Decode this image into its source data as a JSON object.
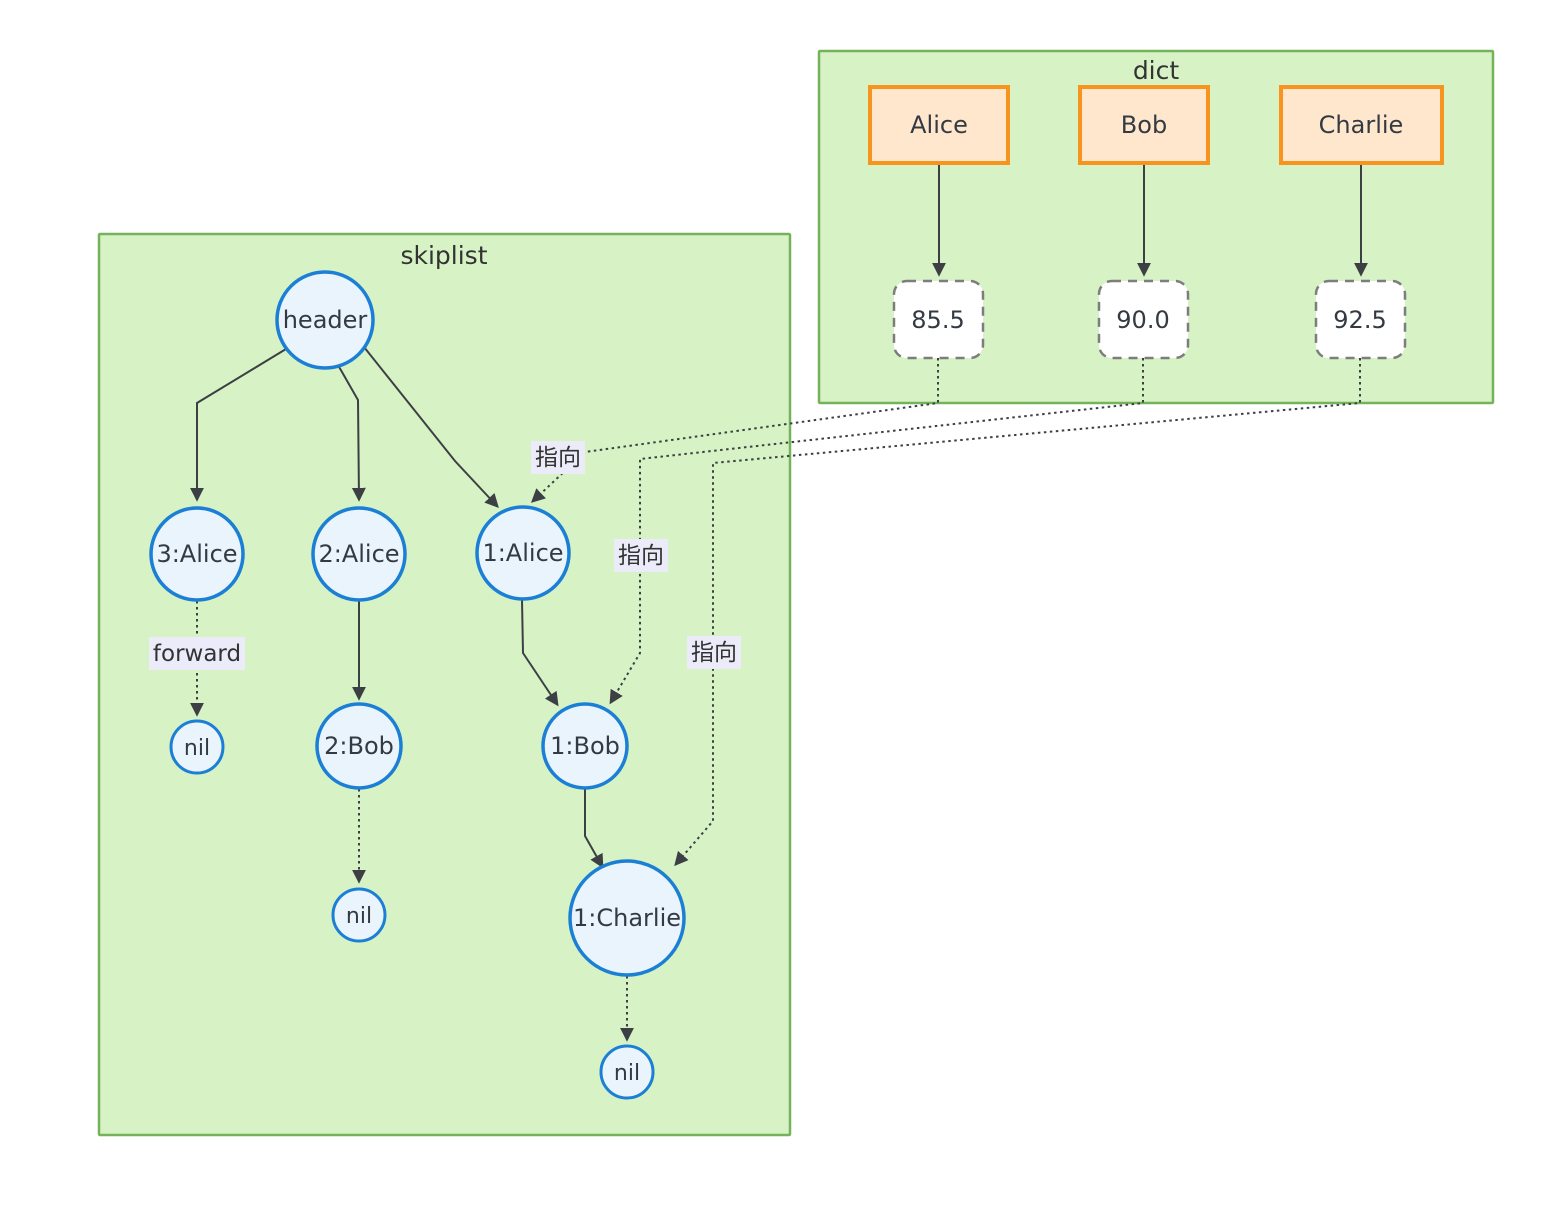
{
  "skiplist": {
    "title": "skiplist",
    "nodes": {
      "header": "header",
      "l3_alice": "3:Alice",
      "l2_alice": "2:Alice",
      "l1_alice": "1:Alice",
      "l2_bob": "2:Bob",
      "l1_bob": "1:Bob",
      "l1_charlie": "1:Charlie",
      "nil_a": "nil",
      "nil_b": "nil",
      "nil_c": "nil"
    },
    "forward_label": "forward"
  },
  "dict": {
    "title": "dict",
    "entries": [
      {
        "key": "Alice",
        "value": "85.5"
      },
      {
        "key": "Bob",
        "value": "90.0"
      },
      {
        "key": "Charlie",
        "value": "92.5"
      }
    ]
  },
  "pointer_label": "指向",
  "colors": {
    "cluster_fill": "#d7f2c4",
    "cluster_stroke": "#74b35a",
    "key_fill": "#ffe7ce",
    "key_stroke": "#f7941e",
    "value_fill": "#ffffff",
    "value_stroke": "#7d7d7d",
    "node_fill": "#e9f4fd",
    "node_stroke": "#1b7fd6",
    "edge": "#3c4045",
    "label_bg": "#ebebfa",
    "text": "#333333"
  }
}
